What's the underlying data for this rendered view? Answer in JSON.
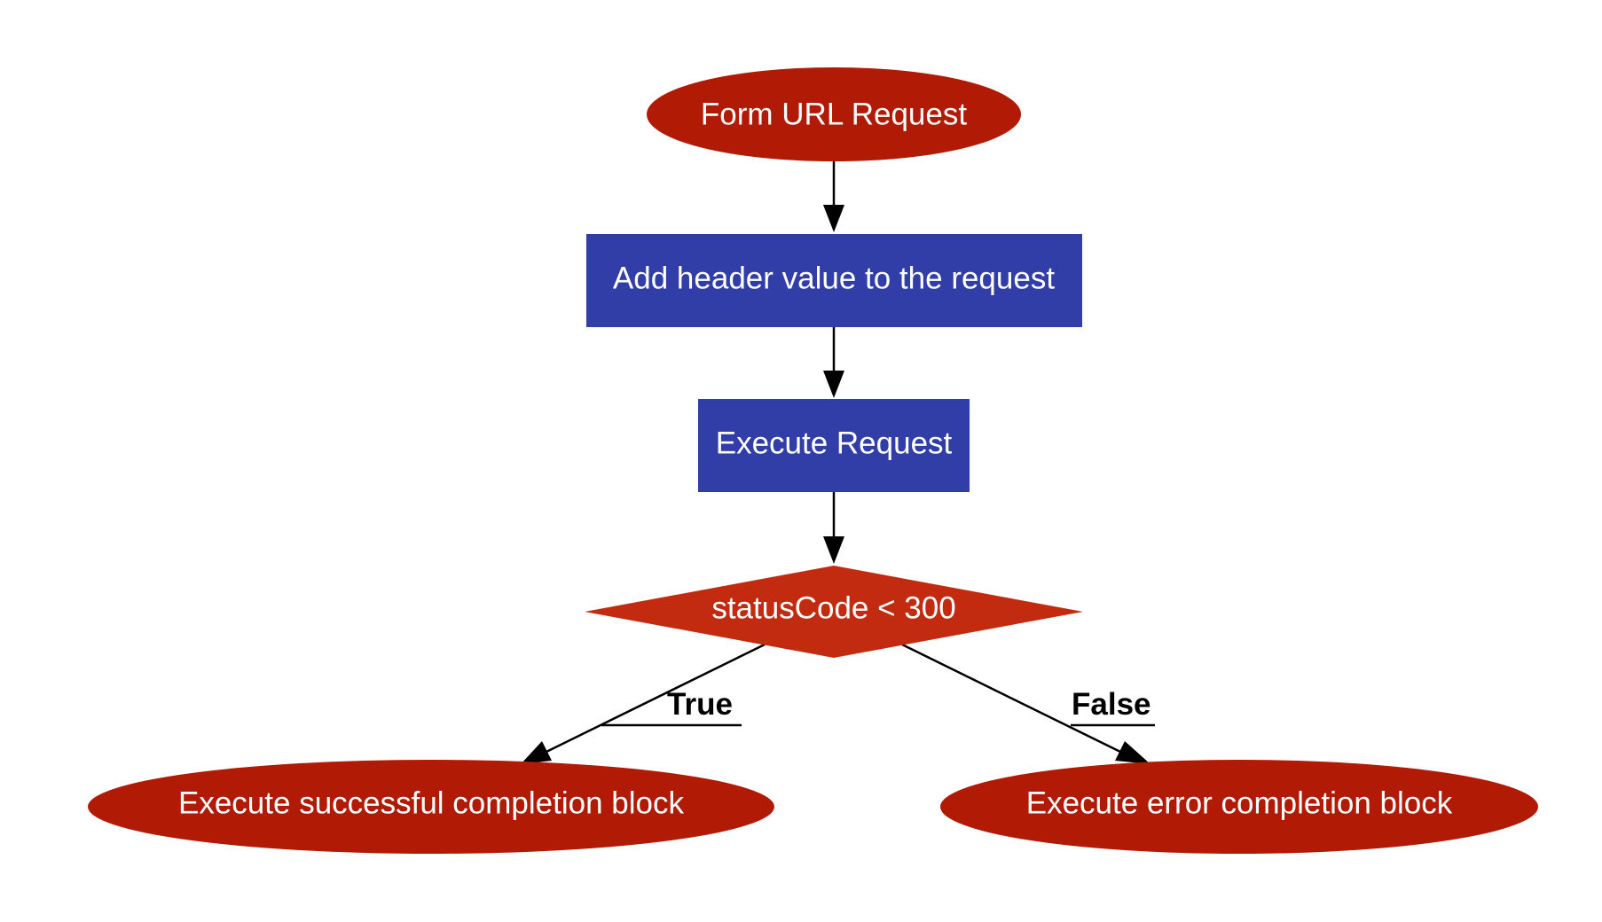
{
  "diagram": {
    "nodes": {
      "form_request": {
        "label": "Form URL Request",
        "shape": "ellipse",
        "color": "#B11A04"
      },
      "add_header": {
        "label": "Add header value to the request",
        "shape": "rectangle",
        "color": "#313EA8"
      },
      "execute_request": {
        "label": "Execute Request",
        "shape": "rectangle",
        "color": "#313EA8"
      },
      "status_check": {
        "label": "statusCode < 300",
        "shape": "diamond",
        "color": "#C22B10"
      },
      "success_block": {
        "label": "Execute successful completion block",
        "shape": "ellipse",
        "color": "#B11A04"
      },
      "error_block": {
        "label": "Execute error completion block",
        "shape": "ellipse",
        "color": "#B11A04"
      }
    },
    "edges": {
      "true_label": "True",
      "false_label": "False"
    }
  }
}
